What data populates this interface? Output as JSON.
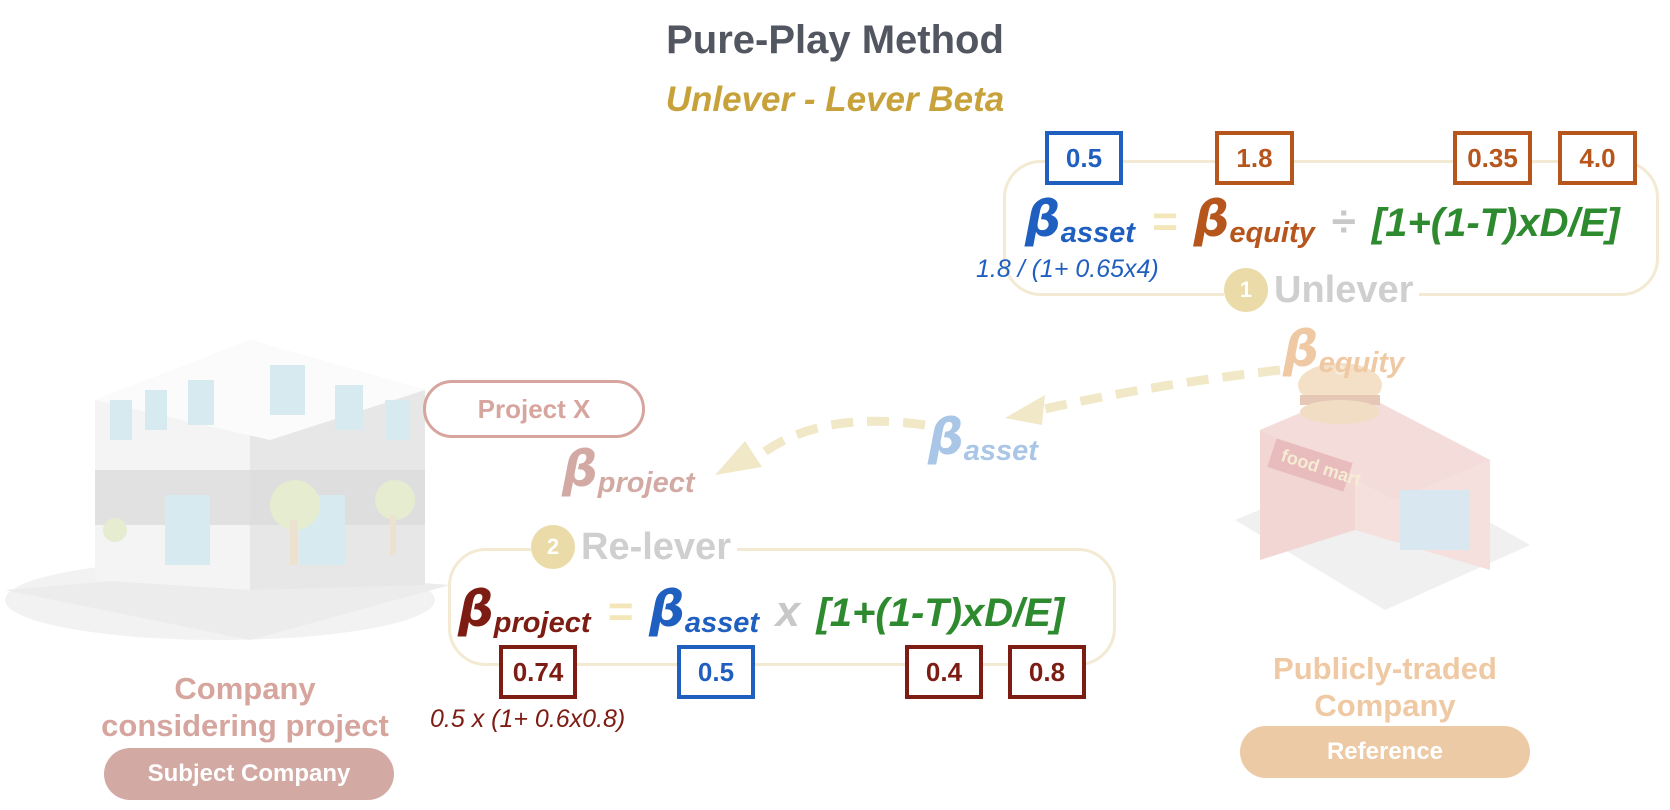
{
  "title": "Pure-Play Method",
  "subtitle": "Unlever - Lever Beta",
  "unlever": {
    "step_number": "1",
    "step_label": "Unlever",
    "boxes": {
      "beta_asset": "0.5",
      "beta_equity": "1.8",
      "tax": "0.35",
      "de": "4.0"
    },
    "formula": {
      "lhs_symbol": "β",
      "lhs_sub": "asset",
      "eq": "=",
      "rhs_symbol": "β",
      "rhs_sub": "equity",
      "op": "÷",
      "bracket": "[1+(1-T)xD/E]"
    },
    "calculation": "1.8 / (1+ 0.65x4)"
  },
  "relever": {
    "step_number": "2",
    "step_label": "Re-lever",
    "boxes": {
      "beta_project": "0.74",
      "beta_asset": "0.5",
      "tax": "0.4",
      "de": "0.8"
    },
    "formula": {
      "lhs_symbol": "β",
      "lhs_sub": "project",
      "eq": "=",
      "rhs_symbol": "β",
      "rhs_sub": "asset",
      "op": "x",
      "bracket": "[1+(1-T)xD/E]"
    },
    "calculation": "0.5 x (1+ 0.6x0.8)"
  },
  "flow": {
    "beta_equity": {
      "symbol": "β",
      "sub": "equity"
    },
    "beta_asset": {
      "symbol": "β",
      "sub": "asset"
    },
    "beta_project": {
      "symbol": "β",
      "sub": "project"
    }
  },
  "project_label": "Project X",
  "subject_company": {
    "caption_line1": "Company",
    "caption_line2": "considering project",
    "badge": "Subject Company"
  },
  "reference_company": {
    "caption_line1": "Publicly-traded",
    "caption_line2": "Company",
    "badge": "Reference",
    "sign_text": "food mart"
  },
  "colors": {
    "blue": "#1f5fbf",
    "orange": "#b6561c",
    "green": "#2e8a2e",
    "maroon": "#7c1c12",
    "gold": "#c7a23a",
    "panel_border": "#f3ead3"
  }
}
